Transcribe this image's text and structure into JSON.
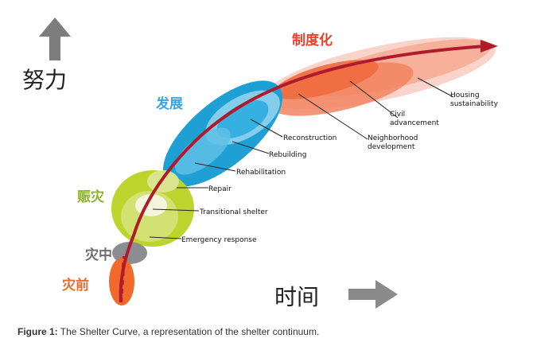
{
  "axis": {
    "effort_label": "努力",
    "time_label": "时间"
  },
  "phases": {
    "institutionalization": "制度化",
    "development": "发展",
    "relief": "赈灾",
    "during_disaster": "灾中",
    "pre_disaster": "灾前"
  },
  "stages": {
    "housing_sustainability": [
      "Housing",
      "sustainability"
    ],
    "civil_advancement": [
      "Civil",
      "advancement"
    ],
    "neighborhood_development": [
      "Neighborhood",
      "development"
    ],
    "reconstruction": "Reconstruction",
    "rebuilding": "Rebuilding",
    "rehabilitation": "Rehabilitation",
    "repair": "Repair",
    "transitional_shelter": "Transitional shelter",
    "emergency_response": "Emergency response"
  },
  "caption": {
    "prefix": "Figure 1:",
    "text": "The Shelter Curve, a representation of the shelter continuum."
  },
  "colors": {
    "curve": "#b01b2c",
    "institutional": "#f26b3f",
    "development": "#1fa3d6",
    "relief": "#b7cf2a",
    "during": "#8a8d91",
    "pre": "#f06a2c",
    "phase_institutional_text": "#e8412b",
    "phase_development_text": "#3aa6dd",
    "phase_relief_text": "#8cb424",
    "phase_during_text": "#6d6e71",
    "phase_pre_text": "#ee6a2a",
    "arrow_gray": "#8a8a8a"
  }
}
